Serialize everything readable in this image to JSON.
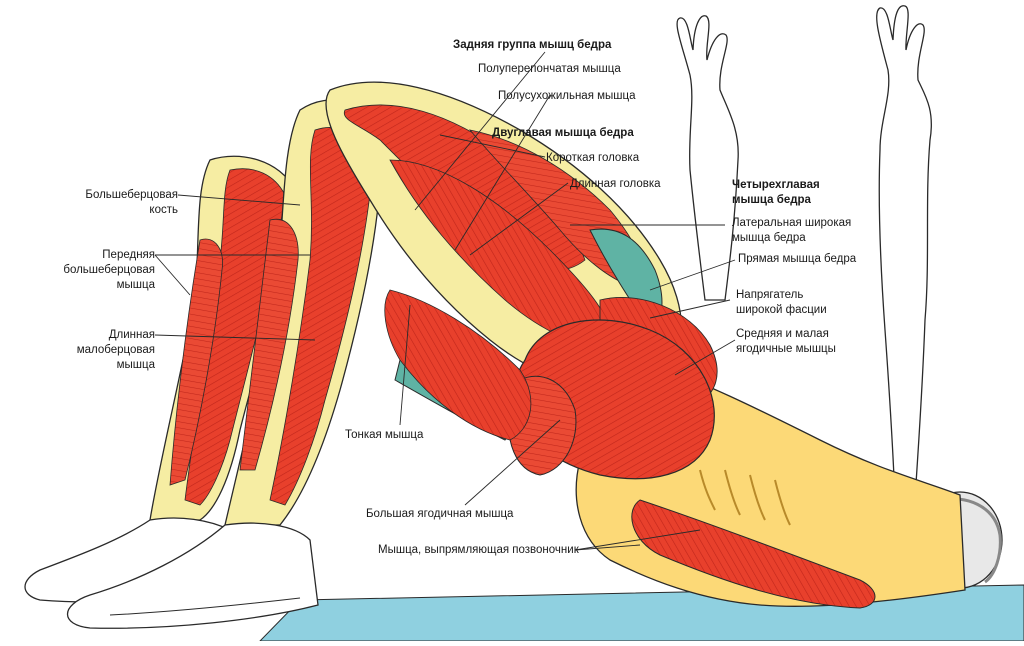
{
  "colors": {
    "muscle": "#e8402c",
    "muscle_dark": "#c0261b",
    "tendon": "#f6eda3",
    "skin": "#fde8a0",
    "fascia": "#5fb3a4",
    "mat": "#8fd0e0",
    "outline": "#2a2a2a"
  },
  "labels": {
    "posterior_group": "Задняя группа мышц бедра",
    "semimembranosus": "Полуперепончатая мышца",
    "semitendinosus": "Полусухожильная мышца",
    "biceps_femoris": "Двуглавая мышца бедра",
    "short_head": "Короткая головка",
    "long_head": "Длинная головка",
    "quadriceps_line1": "Четырехглавая",
    "quadriceps_line2": "мышца бедра",
    "vastus_lateralis_line1": "Латеральная широкая",
    "vastus_lateralis_line2": "мышца бедра",
    "rectus_femoris": "Прямая мышца бедра",
    "tfl_line1": "Напрягатель",
    "tfl_line2": "широкой фасции",
    "gluteus_med_min_line1": "Средняя и малая",
    "gluteus_med_min_line2": "ягодичные мышцы",
    "tibia_line1": "Большеберцовая",
    "tibia_line2": "кость",
    "tibialis_anterior_line1": "Передняя",
    "tibialis_anterior_line2": "большеберцовая",
    "tibialis_anterior_line3": "мышца",
    "peroneus_longus_line1": "Длинная",
    "peroneus_longus_line2": "малоберцовая",
    "peroneus_longus_line3": "мышца",
    "gracilis": "Тонкая мышца",
    "gluteus_maximus": "Большая ягодичная мышца",
    "erector_spinae": "Мышца, выпрямляющая позвоночник"
  }
}
